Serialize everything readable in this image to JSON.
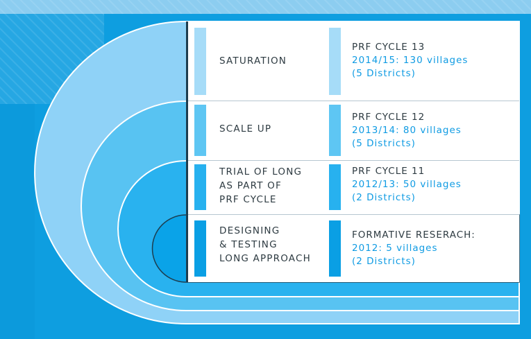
{
  "colors": {
    "background": "#0e9ee0",
    "arc_outer": "#8fd2f7",
    "arc_second": "#58c3f2",
    "arc_third": "#29b2ef",
    "arc_inner": "#0aa3e8",
    "divider": "#1d3d4f",
    "highlight_text": "#0f9be3"
  },
  "rows": [
    {
      "label": "SATURATION",
      "cycle": "PRF CYCLE 13",
      "period": "2014/15: 130 villages",
      "districts": "(5 Districts)",
      "bar_color": "#a6dcf8"
    },
    {
      "label": "SCALE UP",
      "cycle": "PRF CYCLE 12",
      "period": "2013/14: 80 villages",
      "districts": "(5 Districts)",
      "bar_color": "#5ec6f3"
    },
    {
      "label": "TRIAL OF LONG\nAS PART OF\nPRF CYCLE",
      "cycle": "PRF CYCLE 11",
      "period": "2012/13: 50 villages",
      "districts": "(2 Districts)",
      "bar_color": "#27b1ef"
    },
    {
      "label": "DESIGNING\n& TESTING\nLONG APPROACH",
      "cycle": "FORMATIVE RESERACH:",
      "period": "2012: 5 villages",
      "districts": "(2 Districts)",
      "bar_color": "#0a9fe4"
    }
  ]
}
